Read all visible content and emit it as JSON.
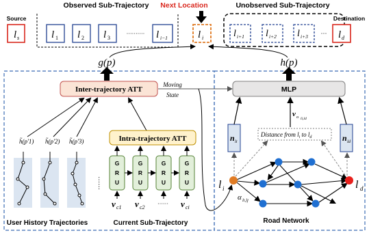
{
  "top": {
    "observed_title": "Observed Sub-Trajectory",
    "next_title": "Next Location",
    "unobserved_title": "Unobserved Sub-Trajectory",
    "source_label": "Source",
    "destination_label": "Destination",
    "dots": "··········",
    "dots_short": "···",
    "accent_color": "#d9261c",
    "box_blue": "#1f3f8f",
    "orange": "#e07b24"
  },
  "tokens": {
    "ls": "l",
    "ls_sub": "s",
    "l1": "l",
    "l1_sub": "1",
    "l2": "l",
    "l2_sub": "2",
    "l3": "l",
    "l3_sub": "3",
    "lim1": "l",
    "lim1_sub": "i−1",
    "li": "l",
    "li_sub": "i",
    "lip1": "l",
    "lip1_sub": "i+1",
    "lip2": "l",
    "lip2_sub": "i+2",
    "lip3": "l",
    "lip3_sub": "i+3",
    "ld": "l",
    "ld_sub": "d"
  },
  "left_panel": {
    "g_label": "g(p)",
    "inter_att": "Inter-trajectory ATT",
    "intra_att": "Intra-trajectory ATT",
    "moving_state_1": "Moving",
    "moving_state_2": "State",
    "h_tilde": [
      "h̃(p'1)",
      "h̃(p'2)",
      "h̃(p'3)"
    ],
    "gru": "GRU",
    "v_c1": "v",
    "v_c1_sub": "c1",
    "v_c2": "v",
    "v_c2_sub": "c2",
    "v_ci": "v",
    "v_ci_sub": "ci",
    "dots": "······",
    "history_caption": "User History Trajectories",
    "current_caption": "Current Sub-Trajectory"
  },
  "right_panel": {
    "h_label": "h(p)",
    "mlp": "MLP",
    "n_li": "n",
    "n_li_sub": "li",
    "n_ld": "n",
    "n_ld_sub": "ld",
    "v_o": "v",
    "v_o_sub": "o",
    "v_o_idx": "li,ld",
    "distance": "Distance from l",
    "distance_sub": "i",
    "distance_tail": " to l",
    "distance_sub2": "d",
    "li": "l",
    "li_sub": "i",
    "ld": "l",
    "ld_sub": "d",
    "alpha": "α",
    "alpha_sub": "li,lj",
    "caption": "Road Network"
  }
}
